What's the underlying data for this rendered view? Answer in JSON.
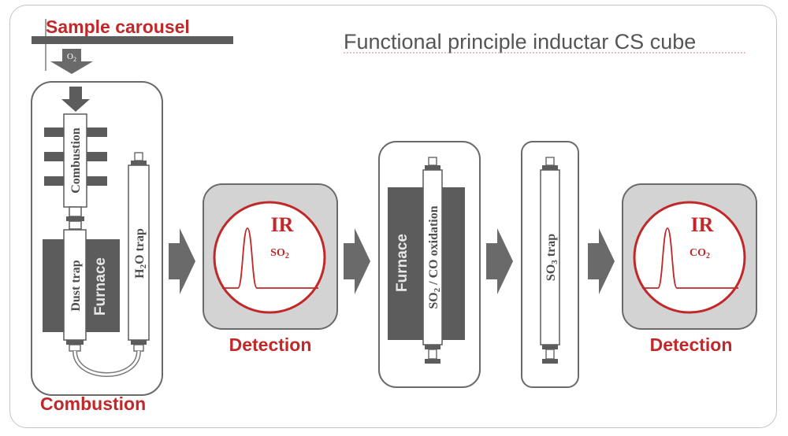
{
  "diagram": {
    "title": "Functional principle inductar CS cube",
    "sample_carousel": "Sample carousel",
    "oxygen_main": "O",
    "oxygen_sub": "2",
    "combustion_stage": {
      "label": "Combustion",
      "combustion_tube": "Combustion",
      "dust_trap": "Dust trap",
      "furnace": "Furnace",
      "h2o_trap_main": "H",
      "h2o_trap_sub": "2",
      "h2o_trap_rest": "O trap"
    },
    "detection_so2": {
      "label": "Detection",
      "ir": "IR",
      "gas_main": "SO",
      "gas_sub": "2"
    },
    "oxidation_stage": {
      "furnace": "Furnace",
      "tube_a": "SO",
      "tube_a_sub": "2",
      "tube_b": " / CO oxidation"
    },
    "so3_trap": {
      "main": "SO",
      "sub": "3",
      "rest": " trap"
    },
    "detection_co2": {
      "label": "Detection",
      "ir": "IR",
      "gas_main": "CO",
      "gas_sub": "2"
    }
  },
  "colors": {
    "accent_red": "#c0282a",
    "dark_gray": "#5c5c5c",
    "panel_gray": "#d3d3d3",
    "outline": "#6a6a6a"
  }
}
